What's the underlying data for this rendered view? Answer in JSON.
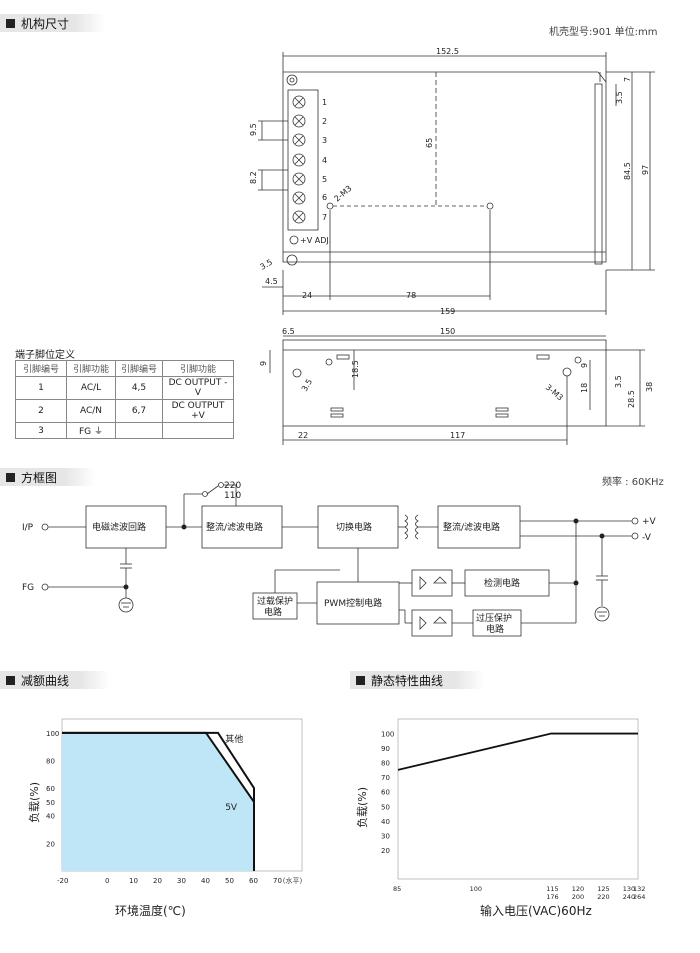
{
  "sections": {
    "mech": "机构尺寸",
    "block": "方框图",
    "derating": "减额曲线",
    "static": "静态特性曲线"
  },
  "mech": {
    "case_note": "机壳型号:901   单位:mm",
    "dims": [
      "152.5",
      "7",
      "3.5",
      "9.5",
      "65",
      "84.5",
      "97",
      "8.2",
      "2-M3",
      "4.5",
      "24",
      "78",
      "159",
      "6.5",
      "150",
      "9",
      "18.5",
      "3.5",
      "9",
      "18",
      "3.5",
      "28.5",
      "38",
      "3-M3",
      "22",
      "117"
    ],
    "terminals": [
      "1",
      "2",
      "3",
      "4",
      "5",
      "6",
      "7"
    ],
    "vadj": "+V ADJ.",
    "hole": "3.5"
  },
  "pin_table": {
    "title": "端子脚位定义",
    "headers": [
      "引脚编号",
      "引脚功能",
      "引脚编号",
      "引脚功能"
    ],
    "rows": [
      [
        "1",
        "AC/L",
        "4,5",
        "DC OUTPUT -V"
      ],
      [
        "2",
        "AC/N",
        "6,7",
        "DC OUTPUT +V"
      ],
      [
        "3",
        "FG ⏚",
        "",
        ""
      ]
    ]
  },
  "block": {
    "freq": "频率 : 60KHz",
    "ip": "I/P",
    "fg": "FG",
    "v220": "220",
    "v110": "110",
    "emi": "电磁滤波回路",
    "rect1": "整流/滤波电路",
    "switch": "切换电路",
    "rect2": "整流/滤波电路",
    "pwm": "PWM控制电路",
    "olp": "过载保护\n电路",
    "detect": "检测电路",
    "ovp": "过压保护\n电路",
    "vplus": "+V",
    "vminus": "-V"
  },
  "chart_data": [
    {
      "type": "area",
      "xlabel": "环境温度(℃)",
      "ylabel": "负载(%)",
      "x_unit": "(水平)",
      "xticks": [
        "-20",
        "0",
        "10",
        "20",
        "30",
        "40",
        "50",
        "60",
        "70"
      ],
      "yticks": [
        "100",
        "80",
        "60",
        "50",
        "40",
        "20"
      ],
      "series": [
        {
          "name": "5V",
          "x": [
            -20,
            40,
            60,
            60
          ],
          "y": [
            100,
            100,
            50,
            0
          ]
        },
        {
          "name": "其他",
          "x": [
            -20,
            45,
            60,
            60
          ],
          "y": [
            100,
            100,
            60,
            0
          ]
        }
      ]
    },
    {
      "type": "line",
      "xlabel": "输入电压(VAC)60Hz",
      "ylabel": "负载(%)",
      "xticks": [
        "85",
        "100",
        "115\n176",
        "120\n200",
        "125\n220",
        "130\n240",
        "132\n264"
      ],
      "yticks": [
        "100",
        "90",
        "80",
        "70",
        "60",
        "50",
        "40",
        "30",
        "20"
      ],
      "series": [
        {
          "x": [
            85,
            115,
            132
          ],
          "y": [
            75,
            100,
            100
          ]
        }
      ]
    }
  ]
}
